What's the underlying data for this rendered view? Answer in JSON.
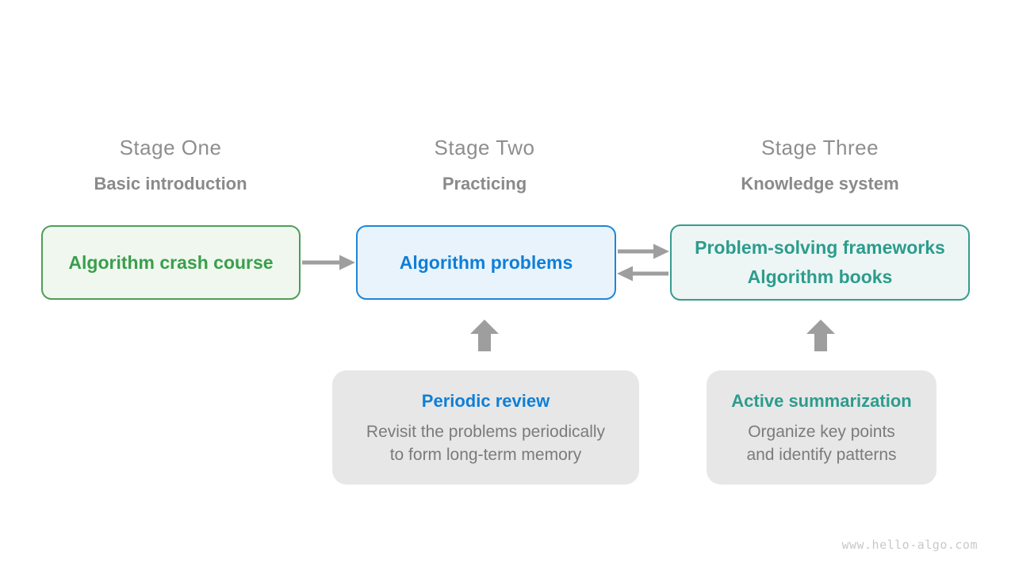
{
  "stages": [
    {
      "title": "Stage One",
      "subtitle": "Basic introduction"
    },
    {
      "title": "Stage Two",
      "subtitle": "Practicing"
    },
    {
      "title": "Stage Three",
      "subtitle": "Knowledge system"
    }
  ],
  "nodes": {
    "crash_course": {
      "label": "Algorithm crash course"
    },
    "problems": {
      "label": "Algorithm problems"
    },
    "frameworks": {
      "line1": "Problem-solving frameworks",
      "line2": "Algorithm books"
    }
  },
  "notes": {
    "periodic_review": {
      "title": "Periodic review",
      "body_line1": "Revisit the problems periodically",
      "body_line2": "to form long-term memory"
    },
    "active_summarization": {
      "title": "Active summarization",
      "body_line1": "Organize key points",
      "body_line2": "and identify patterns"
    }
  },
  "watermark": "www.hello-algo.com",
  "colors": {
    "green_text": "#3a9e4d",
    "green_border": "#4f9d59",
    "green_bg": "#f0f7ee",
    "blue_text": "#0f7fd6",
    "blue_border": "#1f86d8",
    "blue_bg": "#e9f3fc",
    "teal_text": "#2c9c8e",
    "teal_border": "#3a9b8f",
    "teal_bg": "#edf6f4",
    "note_bg": "#e7e7e7",
    "arrow": "#9e9e9e",
    "stage_title": "#8e8e8e",
    "stage_subtitle": "#8a8a8a",
    "body_text": "#7b7b7b",
    "watermark": "#c8c8c8"
  }
}
